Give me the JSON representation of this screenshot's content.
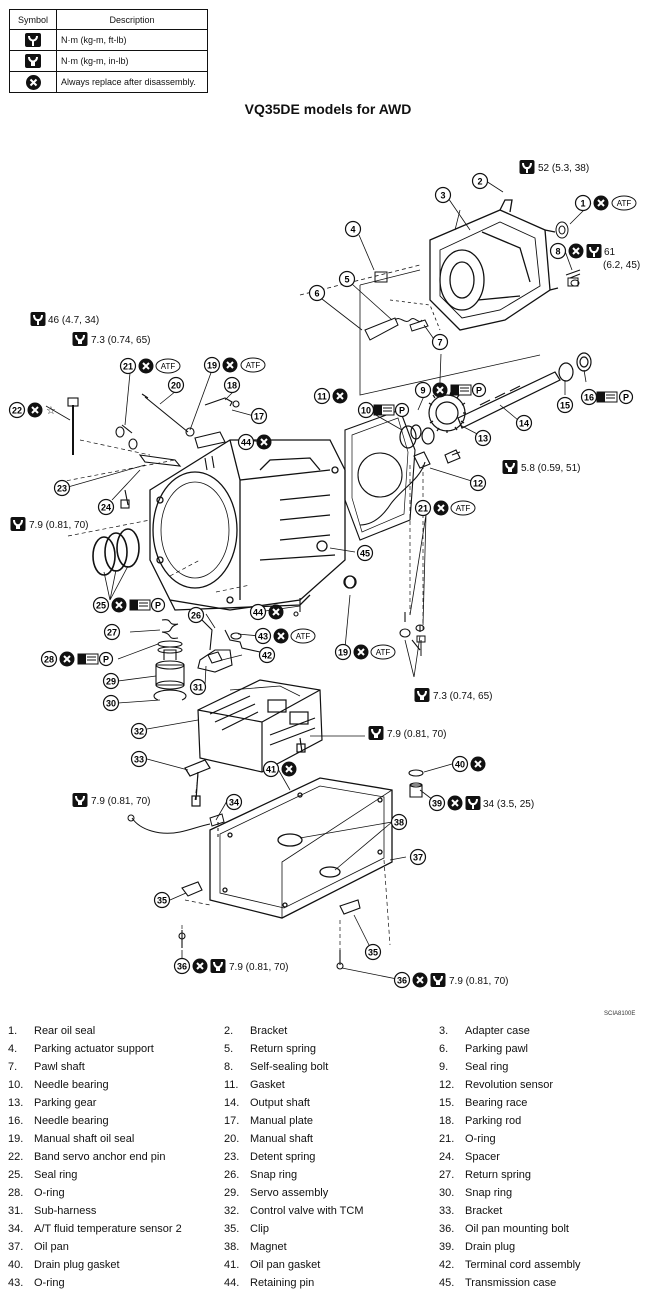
{
  "legend": {
    "header_symbol": "Symbol",
    "header_description": "Description",
    "rows": [
      {
        "icon": "torque-wrench-icon",
        "description": "N·m (kg-m, ft-lb)"
      },
      {
        "icon": "torque-wrench-small-icon",
        "description": "N·m (kg-m, in-lb)"
      },
      {
        "icon": "replace-part-icon",
        "description": "Always replace after disassembly."
      }
    ]
  },
  "title": "VQ35DE models for AWD",
  "figure_ref": "SCIA8100E",
  "torque_specs": {
    "t52": "52  (5.3,  38)",
    "t61a": "61",
    "t61b": "(6.2,  45)",
    "t46": "46  (4.7,  34)",
    "t73a": "7.3  (0.74,  65)",
    "t58": "5.8  (0.59,  51)",
    "t79a": "7.9  (0.81,  70)",
    "t73b": "7.3  (0.74,  65)",
    "t79b": "7.9  (0.81,  70)",
    "t79c": "7.9  (0.81,  70)",
    "t34": "34  (3.5,  25)",
    "t79d": "7.9  (0.81,  70)",
    "t79e": "7.9  (0.81,  70)"
  },
  "atf_label": "ATF",
  "p_label": "P",
  "star": "☆",
  "callouts": [
    "1",
    "2",
    "3",
    "4",
    "5",
    "6",
    "7",
    "8",
    "9",
    "10",
    "11",
    "12",
    "13",
    "14",
    "15",
    "16",
    "17",
    "18",
    "19",
    "19",
    "20",
    "21",
    "21",
    "22",
    "23",
    "24",
    "25",
    "26",
    "27",
    "28",
    "29",
    "30",
    "31",
    "32",
    "33",
    "34",
    "35",
    "35",
    "36",
    "36",
    "37",
    "38",
    "39",
    "40",
    "41",
    "42",
    "43",
    "44",
    "44",
    "45"
  ],
  "parts": [
    [
      "1.",
      "Rear oil seal"
    ],
    [
      "2.",
      "Bracket"
    ],
    [
      "3.",
      "Adapter case"
    ],
    [
      "4.",
      "Parking actuator support"
    ],
    [
      "5.",
      "Return spring"
    ],
    [
      "6.",
      "Parking pawl"
    ],
    [
      "7.",
      "Pawl shaft"
    ],
    [
      "8.",
      "Self-sealing bolt"
    ],
    [
      "9.",
      "Seal ring"
    ],
    [
      "10.",
      "Needle bearing"
    ],
    [
      "11.",
      "Gasket"
    ],
    [
      "12.",
      "Revolution sensor"
    ],
    [
      "13.",
      "Parking gear"
    ],
    [
      "14.",
      "Output shaft"
    ],
    [
      "15.",
      "Bearing race"
    ],
    [
      "16.",
      "Needle bearing"
    ],
    [
      "17.",
      "Manual plate"
    ],
    [
      "18.",
      "Parking rod"
    ],
    [
      "19.",
      "Manual shaft oil seal"
    ],
    [
      "20.",
      "Manual shaft"
    ],
    [
      "21.",
      "O-ring"
    ],
    [
      "22.",
      "Band servo anchor end pin"
    ],
    [
      "23.",
      "Detent spring"
    ],
    [
      "24.",
      "Spacer"
    ],
    [
      "25.",
      "Seal ring"
    ],
    [
      "26.",
      "Snap ring"
    ],
    [
      "27.",
      "Return spring"
    ],
    [
      "28.",
      "O-ring"
    ],
    [
      "29.",
      "Servo assembly"
    ],
    [
      "30.",
      "Snap ring"
    ],
    [
      "31.",
      "Sub-harness"
    ],
    [
      "32.",
      "Control valve with TCM"
    ],
    [
      "33.",
      "Bracket"
    ],
    [
      "34.",
      "A/T fluid temperature sensor 2"
    ],
    [
      "35.",
      "Clip"
    ],
    [
      "36.",
      "Oil pan mounting bolt"
    ],
    [
      "37.",
      "Oil pan"
    ],
    [
      "38.",
      "Magnet"
    ],
    [
      "39.",
      "Drain plug"
    ],
    [
      "40.",
      "Drain plug gasket"
    ],
    [
      "41.",
      "Oil pan gasket"
    ],
    [
      "42.",
      "Terminal cord assembly"
    ],
    [
      "43.",
      "O-ring"
    ],
    [
      "44.",
      "Retaining pin"
    ],
    [
      "45.",
      "Transmission case"
    ]
  ]
}
